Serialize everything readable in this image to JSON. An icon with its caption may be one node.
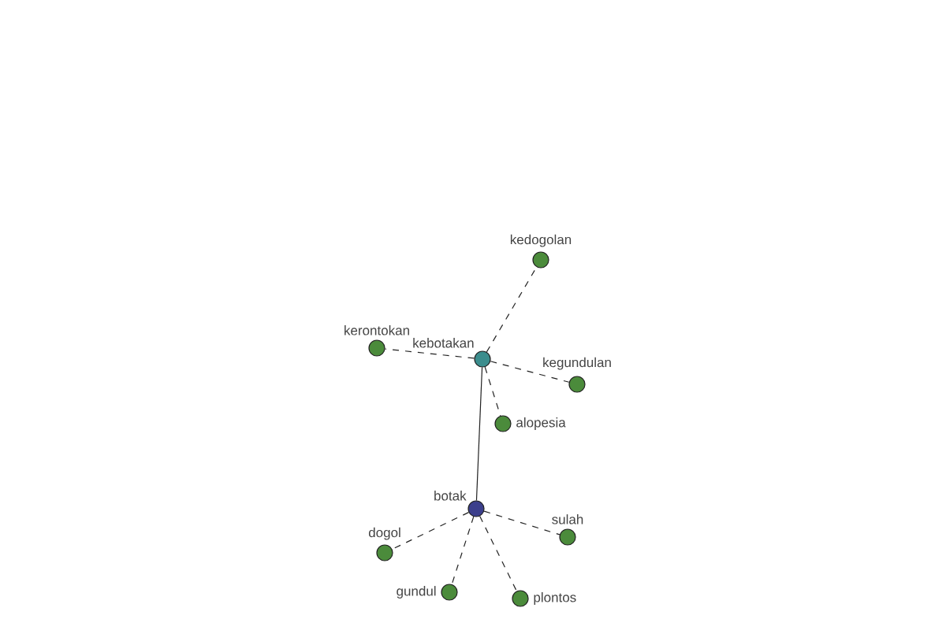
{
  "diagram": {
    "nodes": [
      {
        "text": [
          "kedogolan"
        ]
      },
      {
        "text": [
          "kerontokan"
        ]
      },
      {
        "text": [
          "kebotakan"
        ]
      },
      {
        "text": [
          "kegundulan"
        ]
      },
      {
        "text": [
          "alopesia"
        ]
      },
      {
        "text": [
          "botak"
        ]
      },
      {
        "text": [
          "sulah"
        ]
      },
      {
        "text": [
          "dogol"
        ]
      },
      {
        "text": [
          "gundul"
        ]
      },
      {
        "text": [
          "plontos"
        ]
      }
    ],
    "edges": [
      {
        "from": 2,
        "to": 0,
        "arrow": "none",
        "style": "dashed"
      },
      {
        "from": 2,
        "to": 1,
        "arrow": "none",
        "style": "dashed"
      },
      {
        "from": 2,
        "to": 3,
        "arrow": "none",
        "style": "dashed"
      },
      {
        "from": 2,
        "to": 4,
        "arrow": "none",
        "style": "dashed"
      },
      {
        "from": 2,
        "to": 5,
        "arrow": "none"
      },
      {
        "from": 5,
        "to": 6,
        "arrow": "none",
        "style": "dashed"
      },
      {
        "from": 5,
        "to": 7,
        "arrow": "none",
        "style": "dashed"
      },
      {
        "from": 5,
        "to": 8,
        "arrow": "none",
        "style": "dashed"
      },
      {
        "from": 5,
        "to": 9,
        "arrow": "none",
        "style": "dashed"
      }
    ]
  }
}
